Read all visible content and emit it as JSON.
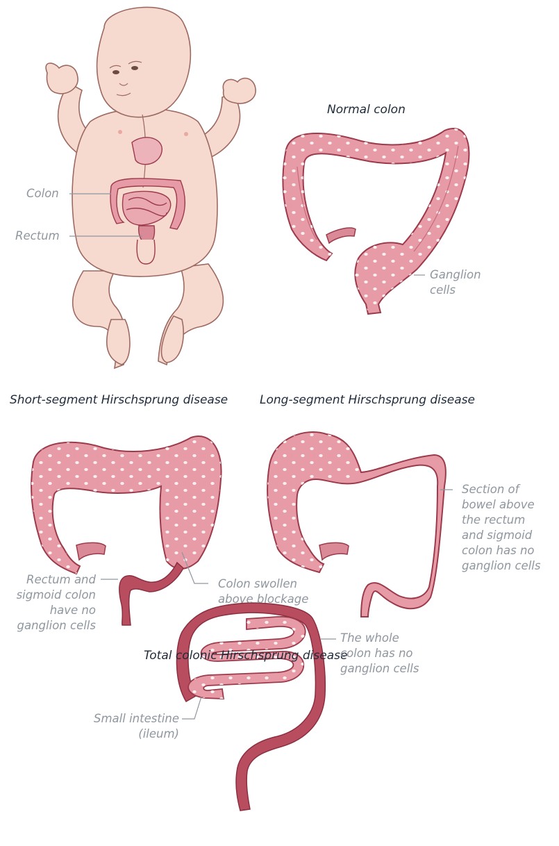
{
  "headings": {
    "normal": "Normal colon",
    "short": "Short-segment Hirschsprung disease",
    "long": "Long-segment Hirschsprung disease",
    "total": "Total colonic Hirschsprung disease"
  },
  "labels": {
    "colon": "Colon",
    "rectum": "Rectum",
    "ganglion_cells": "Ganglion\ncells",
    "rectum_sigmoid_no_ganglion": "Rectum and\nsigmoid colon\nhave no\nganglion cells",
    "colon_swollen": "Colon swollen\nabove blockage",
    "section_of_bowel": "Section of\nbowel above\nthe rectum\nand sigmoid\ncolon has no\nganglion cells",
    "whole_colon": "The whole\ncolon has no\nganglion cells",
    "small_intestine": "Small intestine\n(ileum)"
  },
  "colors": {
    "skin": "#f6d9cf",
    "skin_outline": "#9c6a61",
    "colon": "#e79ba6",
    "colon_outline": "#9b3a4b",
    "aganglionic_segment": "#b94d60",
    "ganglion_dot": "#fbeef0",
    "heading_text": "#1f2a3a",
    "label_text": "#8f969e"
  }
}
